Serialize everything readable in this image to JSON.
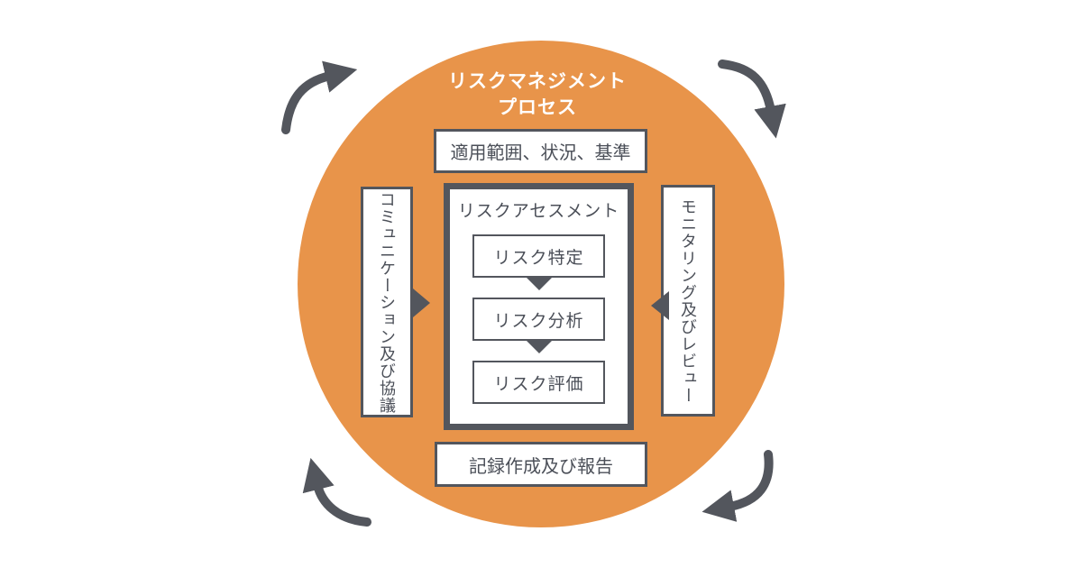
{
  "title": {
    "line1": "リスクマネジメント",
    "line2": "プロセス"
  },
  "top_box": {
    "label": "適用範囲、状況、基準"
  },
  "left_box": {
    "label": "コミュニケーション及び協議"
  },
  "right_box": {
    "label": "モニタリング及びレビュー"
  },
  "assessment": {
    "title": "リスクアセスメント",
    "steps": [
      "リスク特定",
      "リスク分析",
      "リスク評価"
    ]
  },
  "bottom_box": {
    "label": "記録作成及び報告"
  },
  "colors": {
    "circle_fill": "#E8944A",
    "stroke_and_arrows": "#53565D",
    "box_text": "#4B4F58",
    "box_background": "#FFFFFF",
    "title_text": "#FFFFFF",
    "page_background": "#FFFFFF"
  }
}
